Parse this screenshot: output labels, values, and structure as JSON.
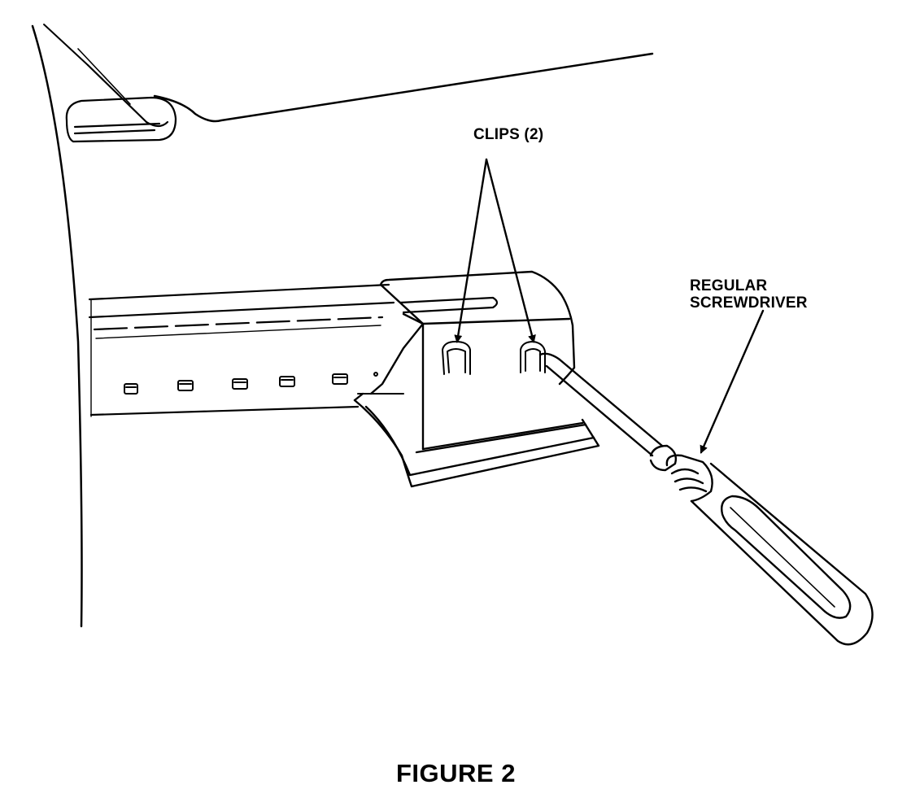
{
  "figure": {
    "caption": "FIGURE 2",
    "labels": {
      "clips": "CLIPS (2)",
      "screwdriver_line1": "REGULAR",
      "screwdriver_line2": "SCREWDRIVER"
    },
    "colors": {
      "ink": "#000000",
      "paper": "#ffffff"
    }
  }
}
